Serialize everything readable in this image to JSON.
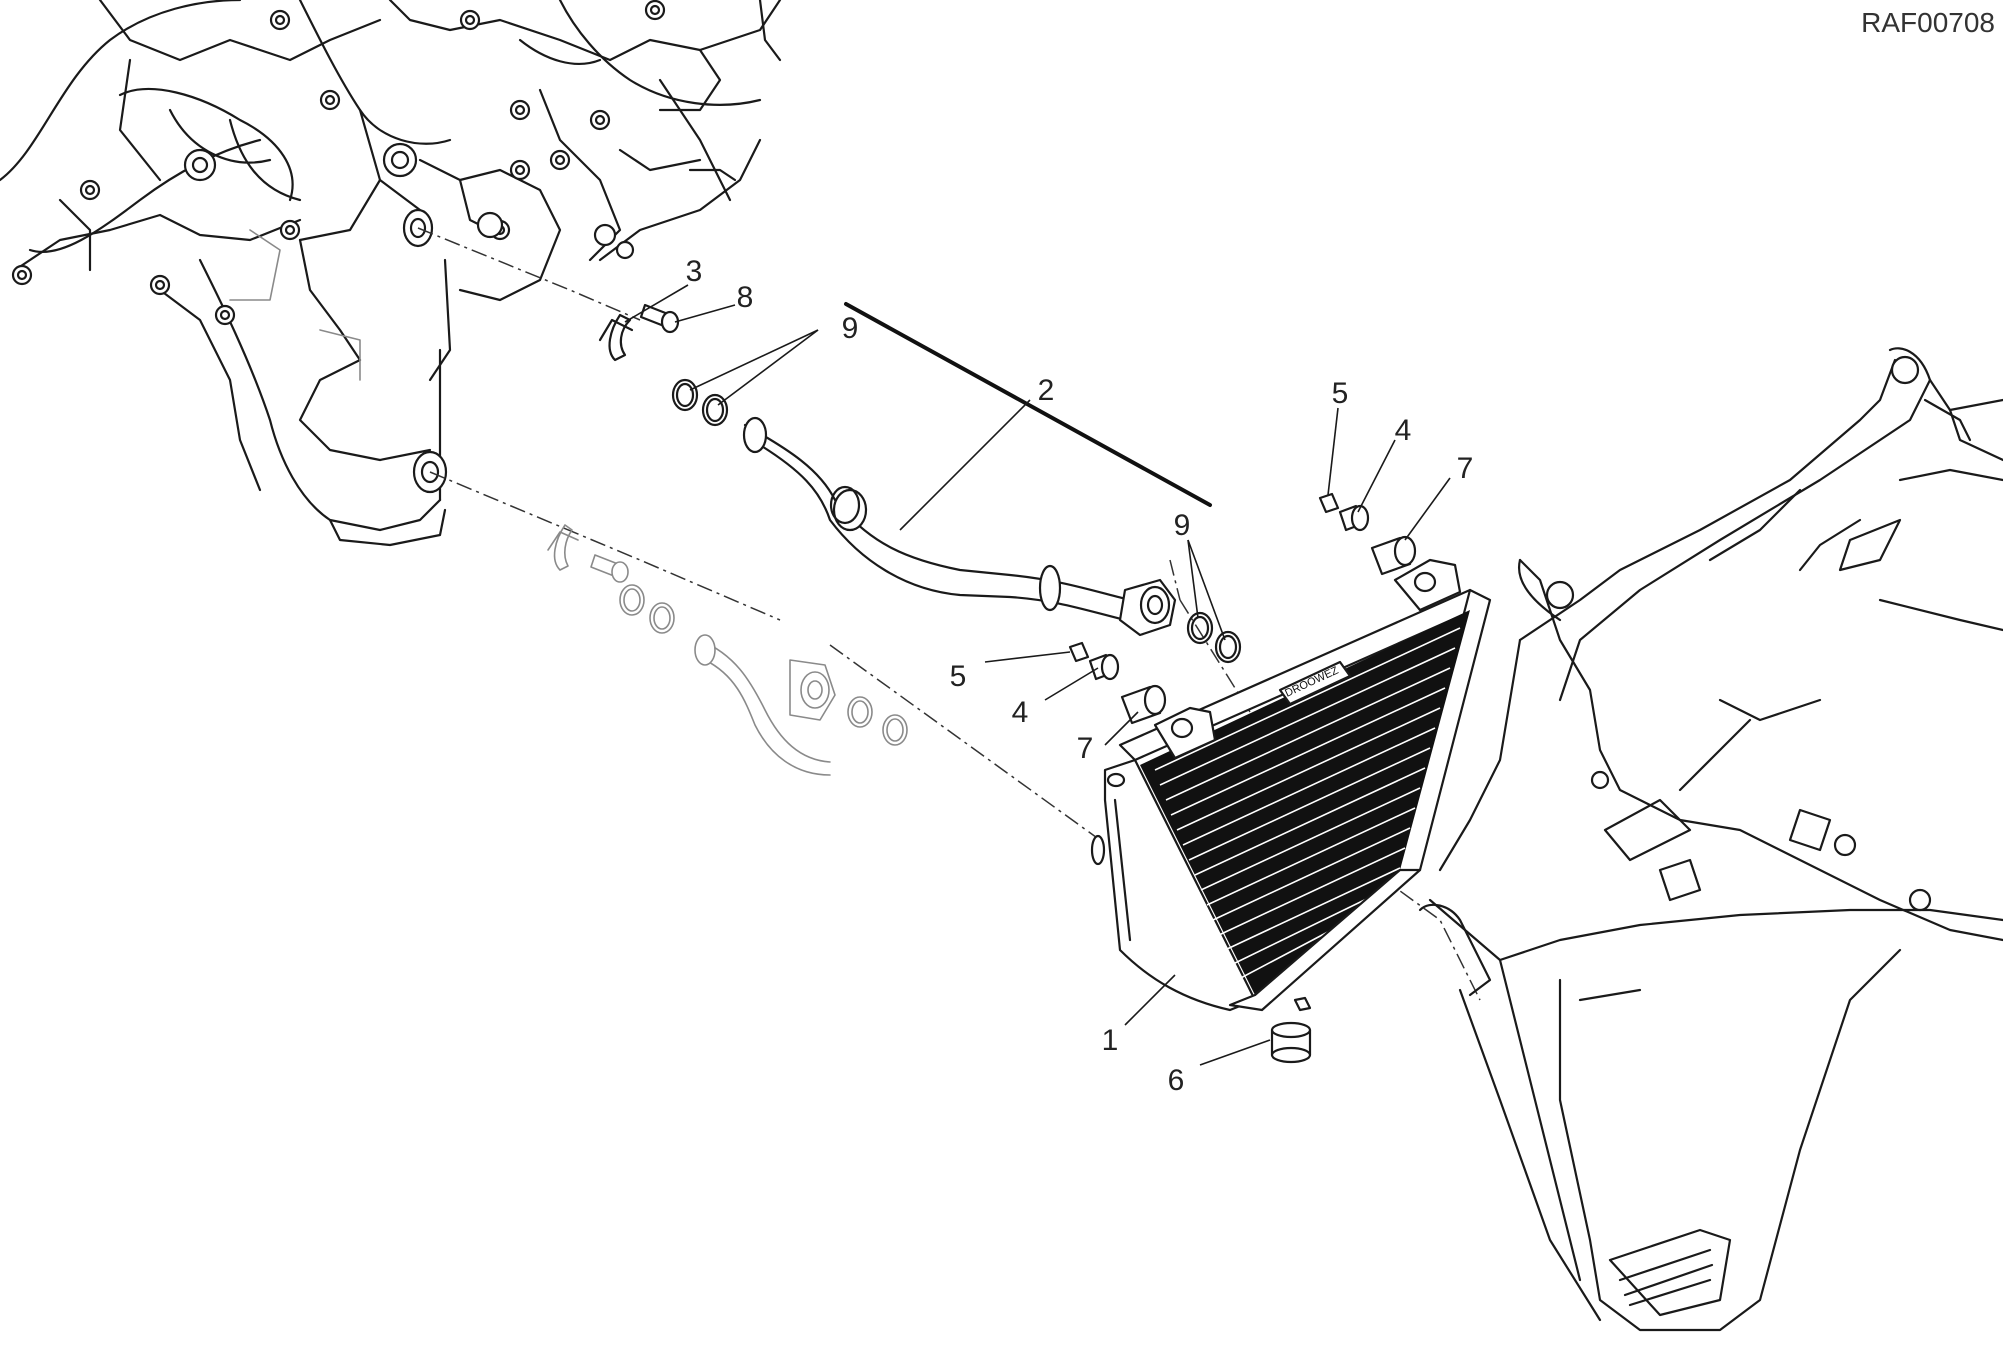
{
  "diagram": {
    "reference_code": "RAF00708",
    "callouts": [
      {
        "id": "c1",
        "label": "1"
      },
      {
        "id": "c2",
        "label": "2"
      },
      {
        "id": "c3",
        "label": "3"
      },
      {
        "id": "c8",
        "label": "8"
      },
      {
        "id": "c9a",
        "label": "9"
      },
      {
        "id": "c9b",
        "label": "9"
      },
      {
        "id": "c5a",
        "label": "5"
      },
      {
        "id": "c4a",
        "label": "4"
      },
      {
        "id": "c7a",
        "label": "7"
      },
      {
        "id": "c5b",
        "label": "5"
      },
      {
        "id": "c4b",
        "label": "4"
      },
      {
        "id": "c7b",
        "label": "7"
      },
      {
        "id": "c6",
        "label": "6"
      }
    ],
    "radiator_label": "DROOWEZ"
  }
}
